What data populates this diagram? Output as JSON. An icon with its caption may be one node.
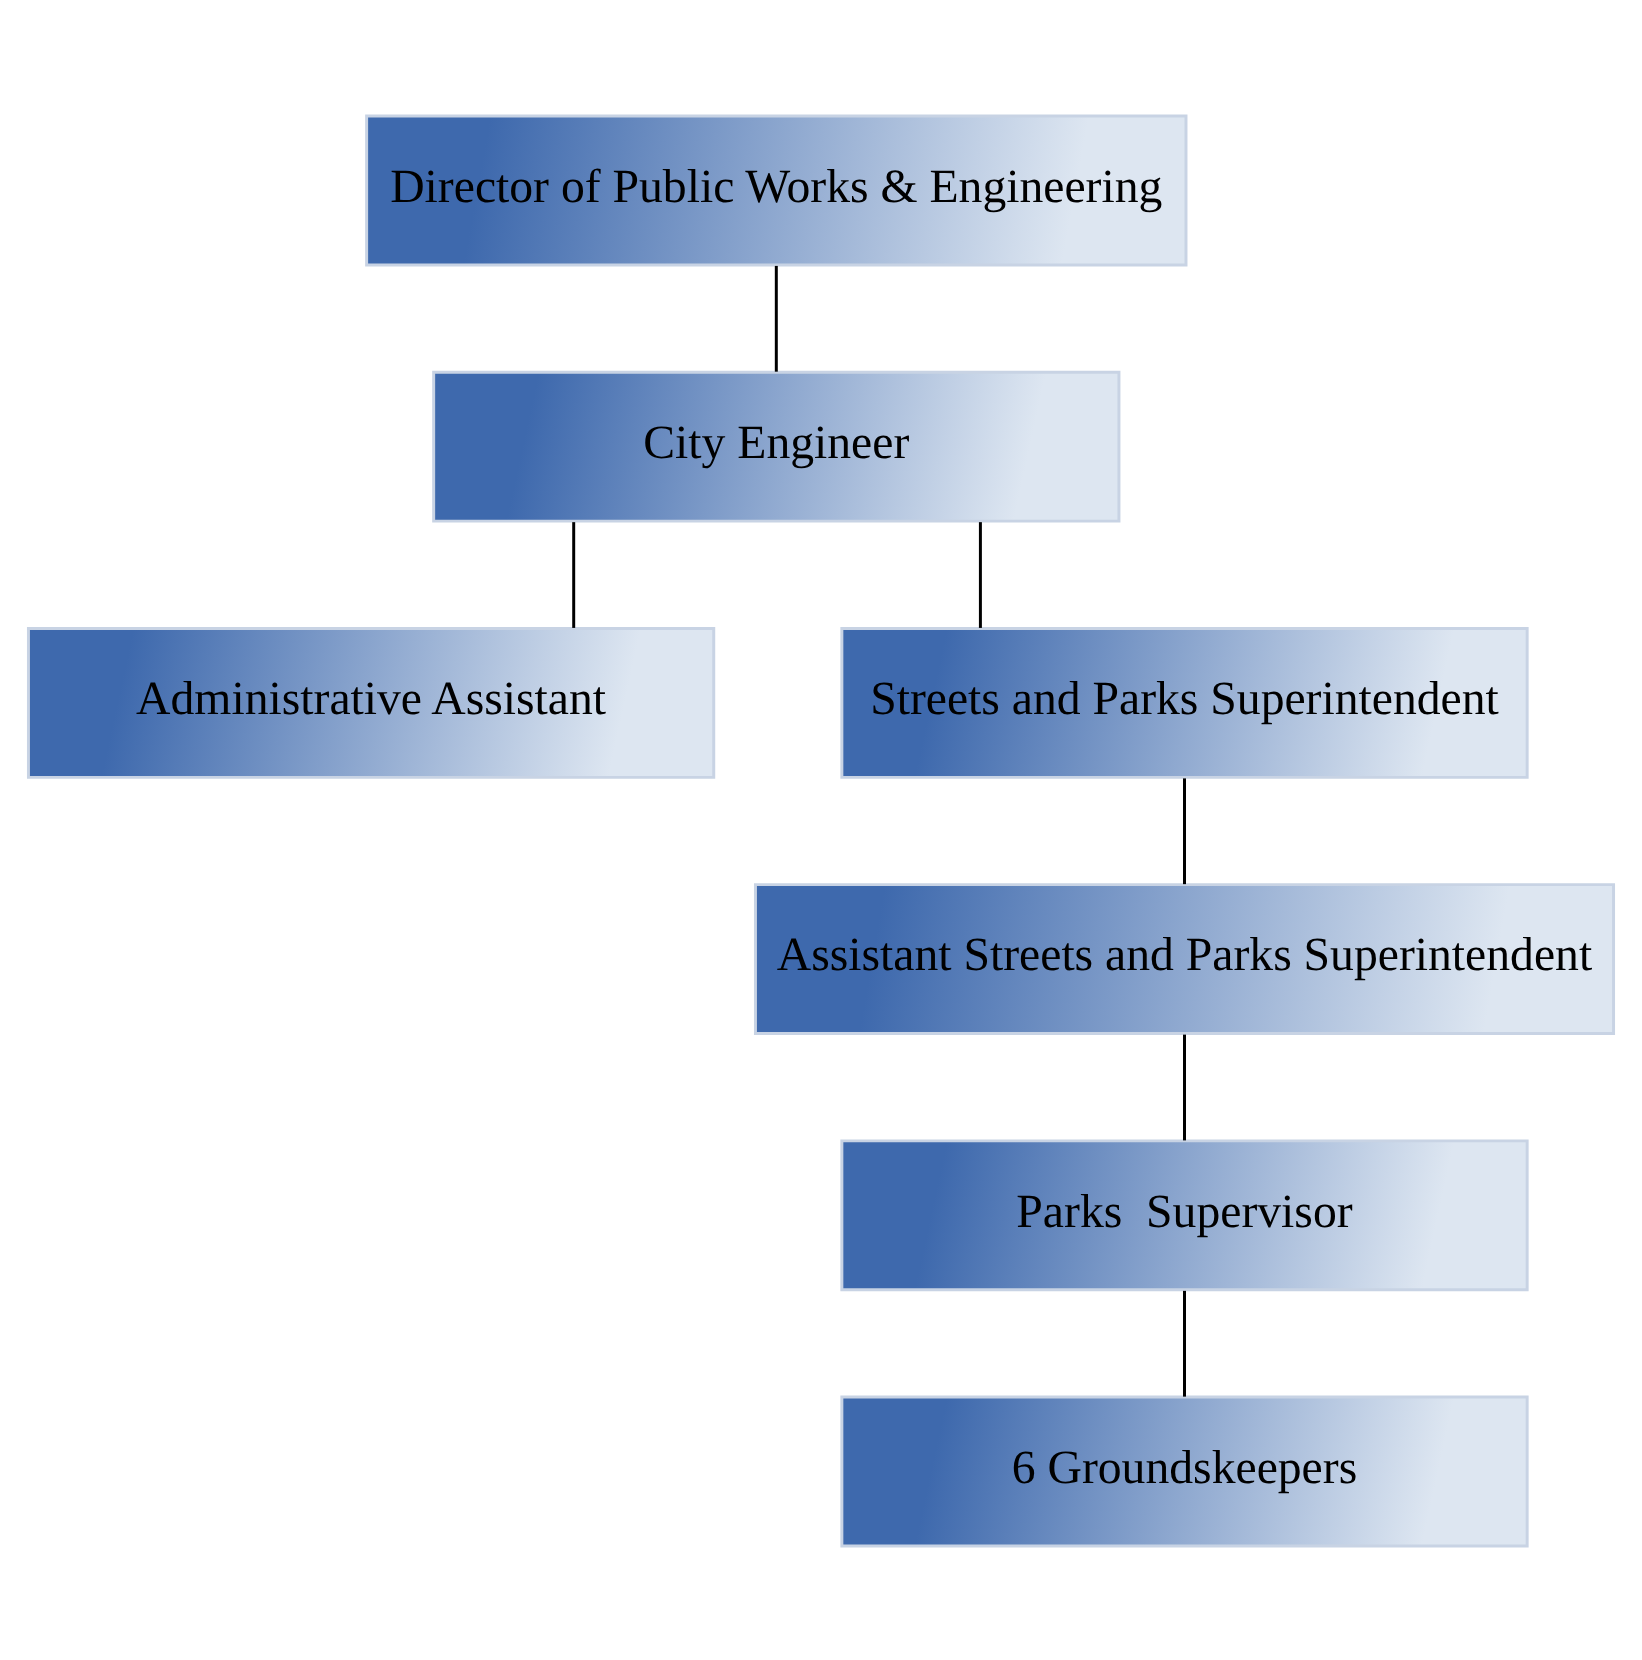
{
  "diagram": {
    "nodes": [
      {
        "text": [
          "Director of Public Works & Engineering"
        ]
      },
      {
        "text": [
          "City Engineer"
        ]
      },
      {
        "text": [
          "Administrative Assistant"
        ]
      },
      {
        "text": [
          "Streets and Parks Superintendent"
        ]
      },
      {
        "text": [
          "Assistant Streets and Parks Superintendent"
        ]
      },
      {
        "text": [
          "Parks  Supervisor"
        ]
      },
      {
        "text": [
          "6 Groundskeepers"
        ]
      }
    ],
    "edges": [
      {
        "from": 0,
        "to": 1,
        "arrow": "none"
      },
      {
        "from": 1,
        "to": 2,
        "arrow": "none"
      },
      {
        "from": 1,
        "to": 3,
        "arrow": "none"
      },
      {
        "from": 3,
        "to": 4,
        "arrow": "none"
      },
      {
        "from": 4,
        "to": 5,
        "arrow": "none"
      },
      {
        "from": 5,
        "to": 6,
        "arrow": "none"
      }
    ]
  }
}
